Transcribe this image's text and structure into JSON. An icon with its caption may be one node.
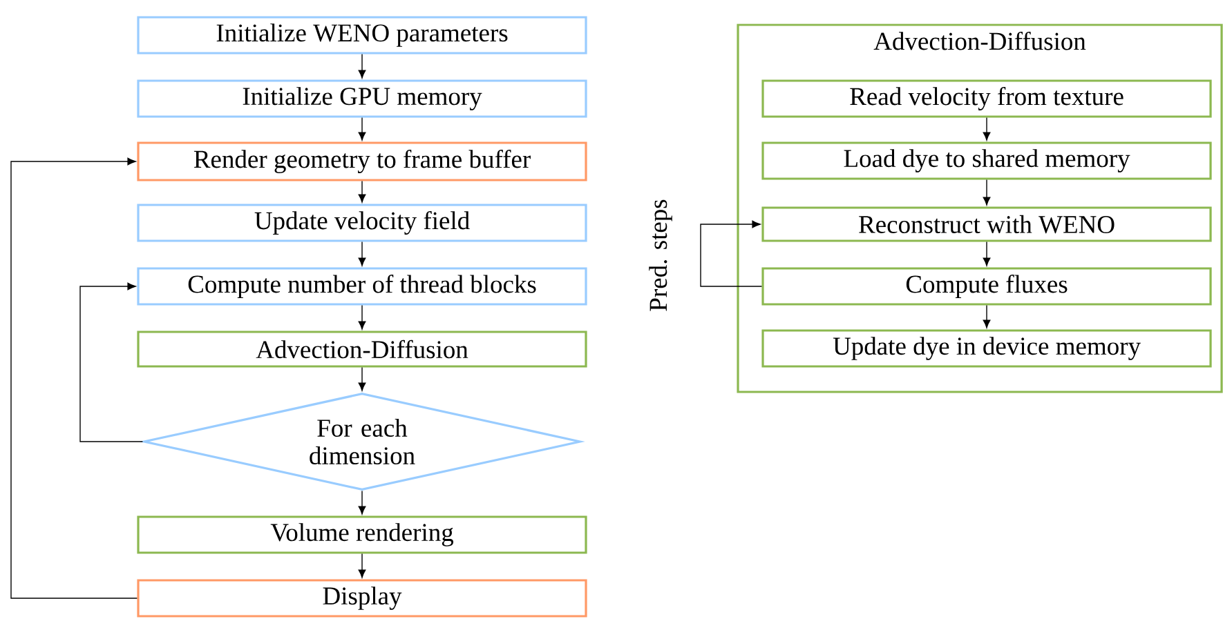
{
  "diagram": {
    "nodes": [
      {
        "text": [
          "Initialize WENO parameters"
        ]
      },
      {
        "text": [
          "Initialize GPU memory"
        ]
      },
      {
        "text": [
          "Render geometry to frame buffer"
        ]
      },
      {
        "text": [
          "Update velocity field"
        ]
      },
      {
        "text": [
          "Compute number of thread blocks"
        ]
      },
      {
        "text": [
          "Advection-Diffusion"
        ]
      },
      {
        "text": [
          "For each dimension"
        ]
      },
      {
        "text": [
          "Volume rendering"
        ]
      },
      {
        "text": [
          "Display"
        ]
      },
      {
        "text": [
          "Advection-Diffusion"
        ]
      },
      {
        "text": [
          "Read velocity from texture"
        ],
        "in": 9
      },
      {
        "text": [
          "Load dye to shared memory"
        ],
        "in": 9
      },
      {
        "text": [
          "Reconstruct with WENO"
        ],
        "in": 9
      },
      {
        "text": [
          "Compute fluxes"
        ],
        "in": 9
      },
      {
        "text": [
          "Update dye in device memory"
        ],
        "in": 9
      }
    ],
    "edges": [
      {
        "from": 0,
        "to": 1,
        "arrow": "to"
      },
      {
        "from": 1,
        "to": 2,
        "arrow": "to"
      },
      {
        "from": 2,
        "to": 3,
        "arrow": "to"
      },
      {
        "from": 3,
        "to": 4,
        "arrow": "to"
      },
      {
        "from": 4,
        "to": 5,
        "arrow": "to"
      },
      {
        "from": 5,
        "to": 6,
        "arrow": "to"
      },
      {
        "from": 6,
        "to": 7,
        "arrow": "to"
      },
      {
        "from": 7,
        "to": 8,
        "arrow": "to"
      },
      {
        "from": 8,
        "to": 2,
        "arrow": "to"
      },
      {
        "from": 6,
        "to": 4,
        "arrow": "to"
      },
      {
        "from": 10,
        "to": 11,
        "arrow": "to"
      },
      {
        "from": 11,
        "to": 12,
        "arrow": "to"
      },
      {
        "from": 12,
        "to": 13,
        "arrow": "to"
      },
      {
        "from": 13,
        "to": 14,
        "arrow": "to"
      },
      {
        "from": 13,
        "to": 12,
        "arrow": "to"
      }
    ],
    "labels": [
      "Pred. steps"
    ]
  }
}
